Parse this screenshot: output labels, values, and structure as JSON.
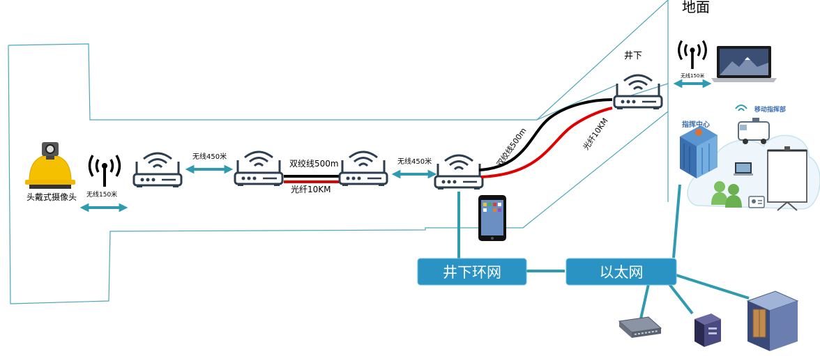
{
  "labels": {
    "ground": "地面",
    "underground": "井下",
    "helmet_camera": "头戴式摄像头",
    "wireless_150_a": "无线150米",
    "wireless_450_a": "无线450米",
    "twisted_pair_h": "双绞线500m",
    "fiber_h": "光纤10KM",
    "wireless_450_b": "无线450米",
    "twisted_pair_diag": "双绞线500m",
    "fiber_diag": "光纤10KM",
    "wireless_150_b": "无线150米",
    "command_center": "指挥中心",
    "mobile_command": "移动指挥部"
  },
  "buttons": {
    "ring_network": "井下环网",
    "ethernet": "以太网"
  },
  "colors": {
    "teal": "#2e9bb0",
    "button_fill": "#2a93c4",
    "button_text": "#ffffff",
    "outline": "#4aa6b8",
    "black_cable": "#000000",
    "red_cable": "#e00000",
    "router_blue": "#34495e",
    "helmet": "#f5c000",
    "cloud": "#eef6fb",
    "building": "#4a86c6"
  },
  "icons": [
    "helmet-camera-icon",
    "antenna-icon",
    "router-icon",
    "tablet-icon",
    "laptop-icon",
    "building-icon",
    "van-icon",
    "people-icon",
    "screen-icon",
    "switch-icon",
    "server-icon",
    "cabinet-icon"
  ]
}
